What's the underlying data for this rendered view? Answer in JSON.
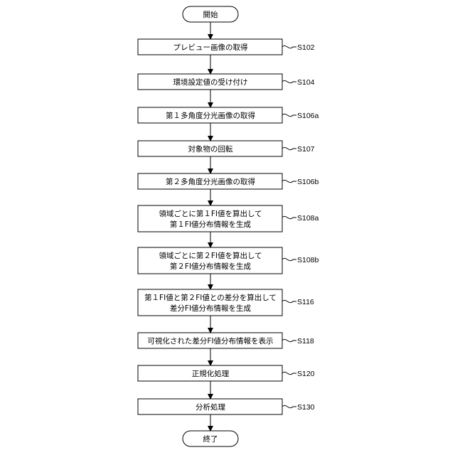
{
  "flowchart": {
    "start": {
      "label": "開始"
    },
    "end": {
      "label": "終了"
    },
    "steps": [
      {
        "id": "S102",
        "lines": [
          "プレビュー画像の取得"
        ]
      },
      {
        "id": "S104",
        "lines": [
          "環境設定値の受け付け"
        ]
      },
      {
        "id": "S106a",
        "lines": [
          "第１多角度分光画像の取得"
        ]
      },
      {
        "id": "S107",
        "lines": [
          "対象物の回転"
        ]
      },
      {
        "id": "S106b",
        "lines": [
          "第２多角度分光画像の取得"
        ]
      },
      {
        "id": "S108a",
        "lines": [
          "領域ごとに第１FI値を算出して",
          "第１FI値分布情報を生成"
        ]
      },
      {
        "id": "S108b",
        "lines": [
          "領域ごとに第２FI値を算出して",
          "第２FI値分布情報を生成"
        ]
      },
      {
        "id": "S116",
        "lines": [
          "第１FI値と第２FI値との差分を算出して",
          "差分FI値分布情報を生成"
        ]
      },
      {
        "id": "S118",
        "lines": [
          "可視化された差分FI値分布情報を表示"
        ]
      },
      {
        "id": "S120",
        "lines": [
          "正規化処理"
        ]
      },
      {
        "id": "S130",
        "lines": [
          "分析処理"
        ]
      }
    ]
  }
}
